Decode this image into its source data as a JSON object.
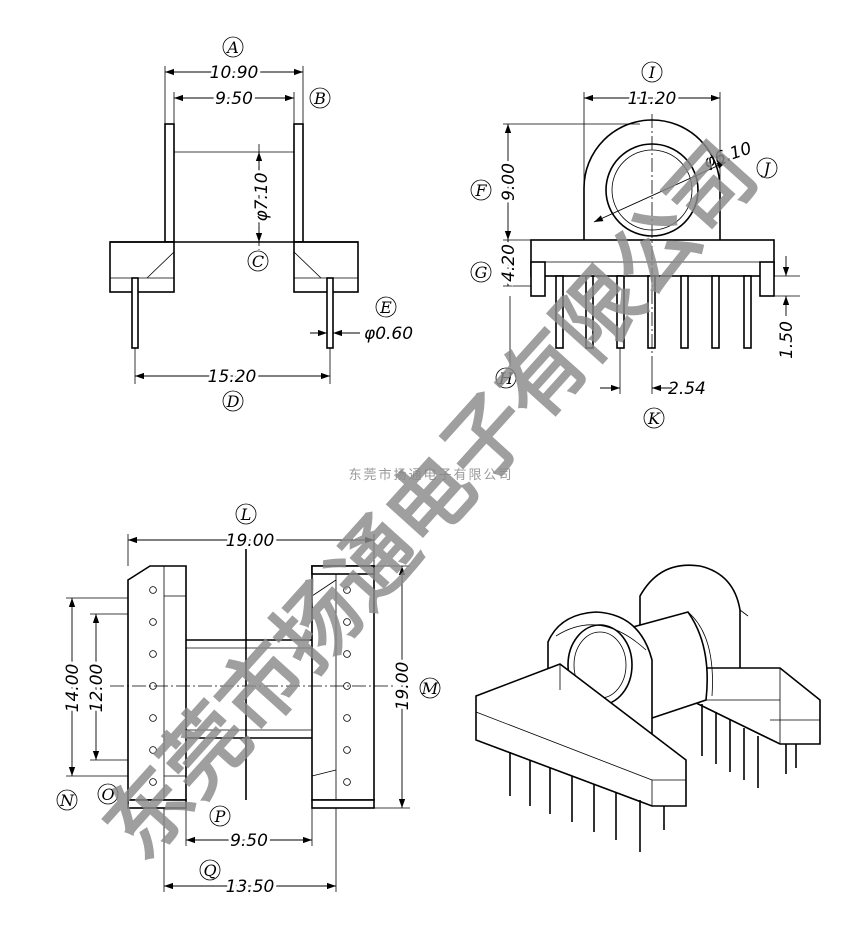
{
  "dimensions": {
    "top_left": {
      "overall_width": "10.90",
      "inner_width": "9.50",
      "bore_dia": "φ7.10",
      "pin_dia": "φ0.60",
      "pin_span": "15.20"
    },
    "top_right": {
      "flange_width": "11.20",
      "flange_height": "9.00",
      "bore_dia": "φ6.10",
      "base_height": "4.20",
      "pin_pitch": "2.54",
      "pin_step": "1.50"
    },
    "bottom_left": {
      "overall_length": "19.00",
      "pin_row_length": "14.00",
      "inner_length": "12.00",
      "overall_width": "19.00",
      "inner_width": "9.50",
      "outer_width": "13.50"
    }
  },
  "labels": {
    "A": "A",
    "B": "B",
    "C": "C",
    "D": "D",
    "E": "E",
    "F": "F",
    "G": "G",
    "H": "H",
    "I": "I",
    "J": "J",
    "K": "K",
    "L": "L",
    "M": "M",
    "N": "N",
    "O": "O",
    "P": "P",
    "Q": "Q"
  },
  "watermark": {
    "company": "东莞市扬通电子有限公司",
    "company_small": "东莞市扬通电子有限公司"
  }
}
